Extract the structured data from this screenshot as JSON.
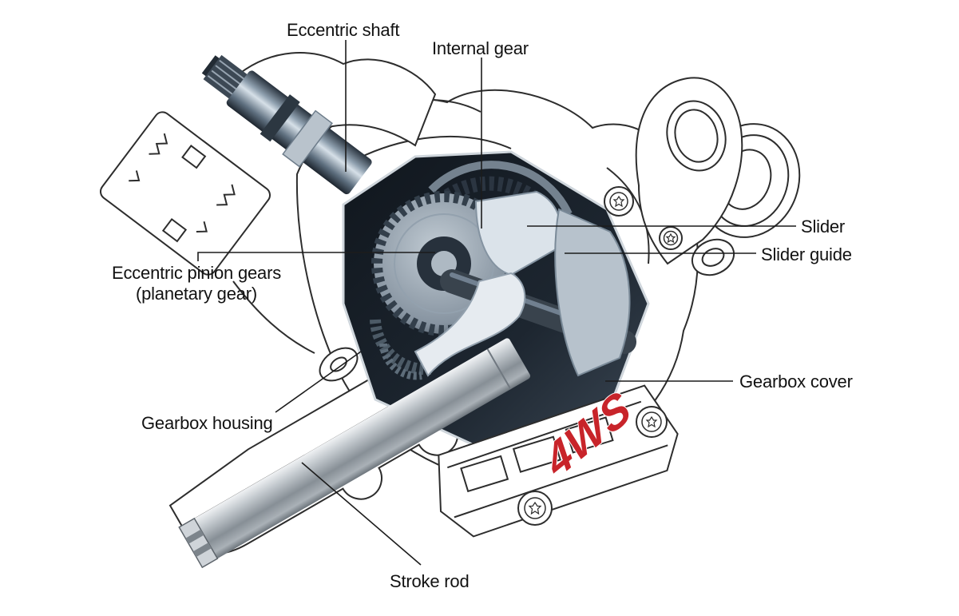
{
  "figure": {
    "title": "4WS gearbox cutaway diagram",
    "background": "#ffffff",
    "line_color": "#2d2d2d",
    "logo": {
      "text": "4WS",
      "color": "#c8242a"
    }
  },
  "labels": [
    {
      "id": "eccentric-shaft",
      "text": "Eccentric shaft"
    },
    {
      "id": "internal-gear",
      "text": "Internal gear"
    },
    {
      "id": "slider",
      "text": "Slider"
    },
    {
      "id": "slider-guide",
      "text": "Slider guide"
    },
    {
      "id": "eccentric-pinion-gears",
      "text": "Eccentric pinion gears",
      "text2": "(planetary gear)"
    },
    {
      "id": "gearbox-housing",
      "text": "Gearbox housing"
    },
    {
      "id": "gearbox-cover",
      "text": "Gearbox cover"
    },
    {
      "id": "stroke-rod",
      "text": "Stroke rod"
    }
  ]
}
